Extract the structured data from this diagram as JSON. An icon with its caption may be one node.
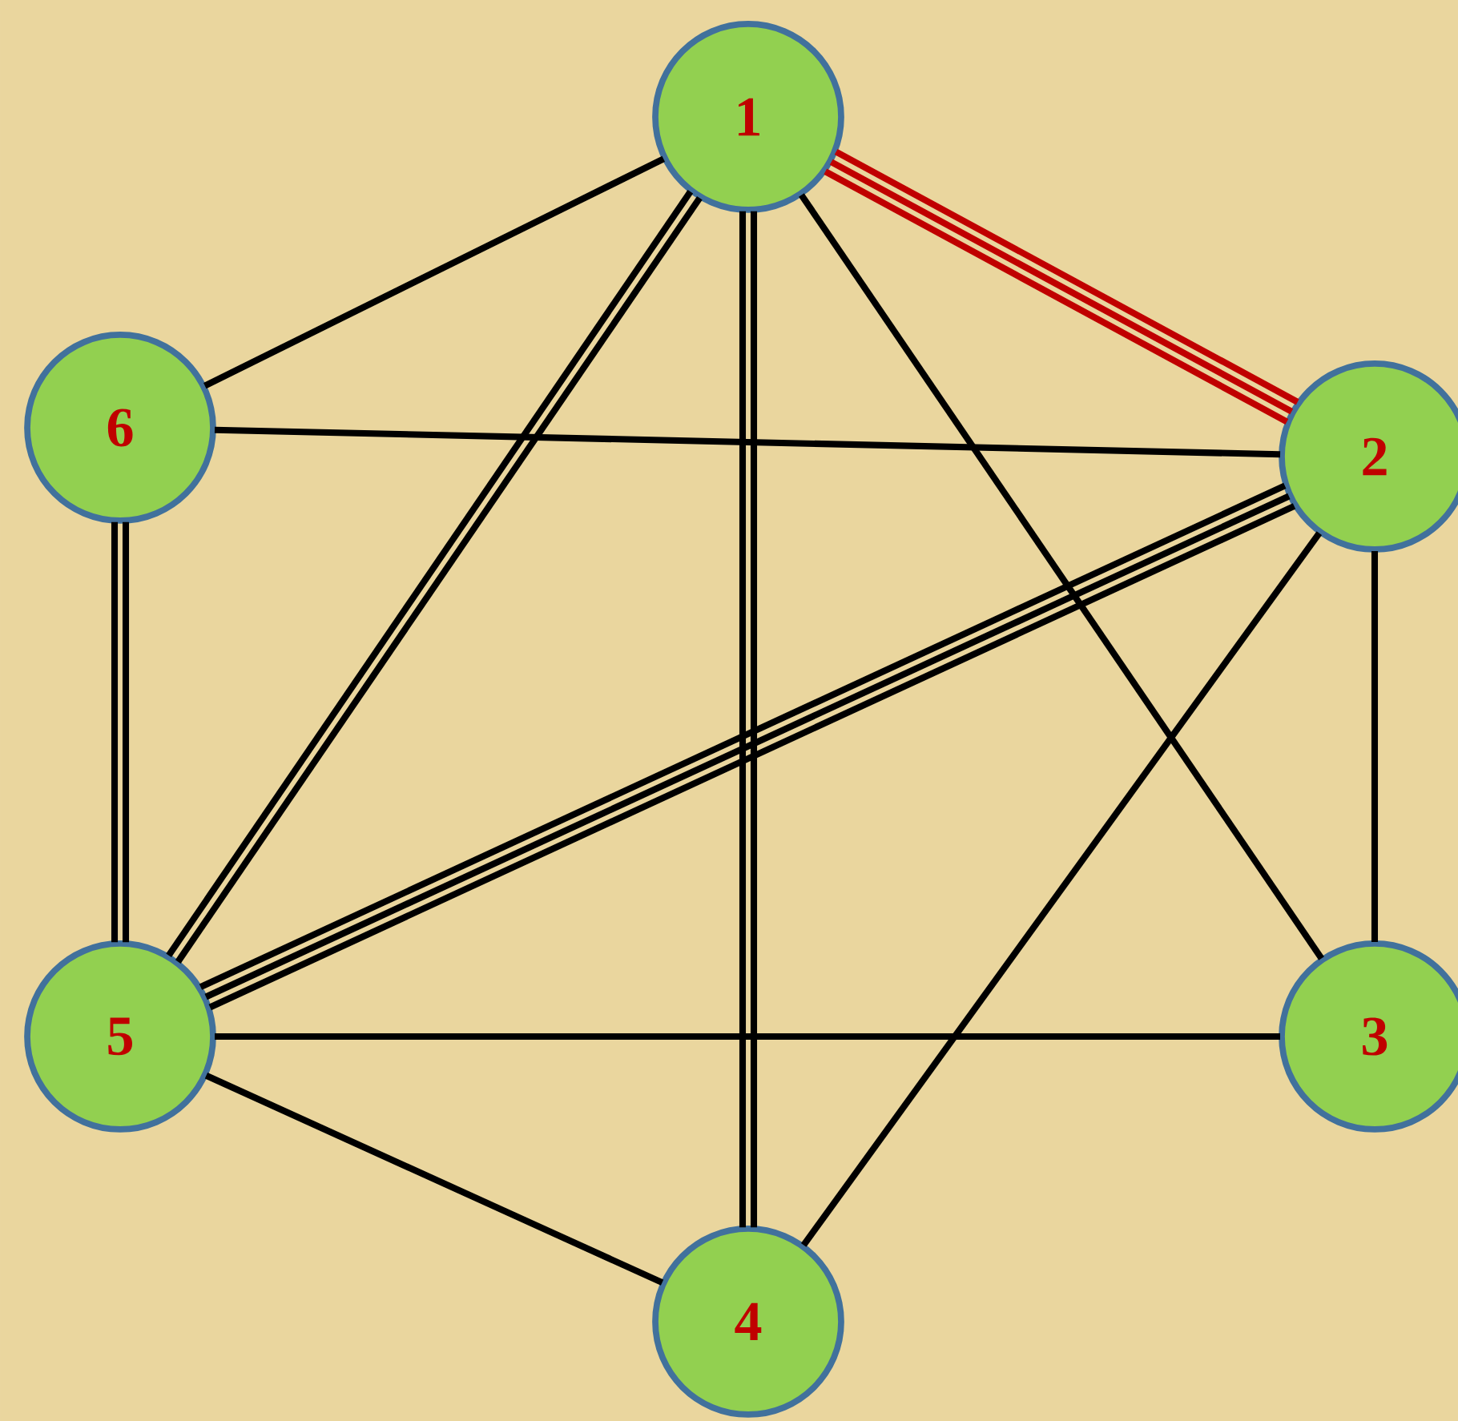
{
  "diagram": {
    "nodes": [
      {
        "text": [
          "1"
        ]
      },
      {
        "text": [
          "2"
        ]
      },
      {
        "text": [
          "3"
        ]
      },
      {
        "text": [
          "4"
        ]
      },
      {
        "text": [
          "5"
        ]
      },
      {
        "text": [
          "6"
        ]
      }
    ],
    "edges": [
      {
        "from": 0,
        "to": 5,
        "arrow": "none"
      },
      {
        "from": 0,
        "to": 1,
        "arrow": "none",
        "color": "#c00000"
      },
      {
        "from": 0,
        "to": 1,
        "arrow": "none",
        "color": "#c00000"
      },
      {
        "from": 0,
        "to": 1,
        "arrow": "none",
        "color": "#c00000"
      },
      {
        "from": 0,
        "to": 4,
        "arrow": "none"
      },
      {
        "from": 0,
        "to": 4,
        "arrow": "none"
      },
      {
        "from": 0,
        "to": 3,
        "arrow": "none"
      },
      {
        "from": 0,
        "to": 3,
        "arrow": "none"
      },
      {
        "from": 0,
        "to": 2,
        "arrow": "none"
      },
      {
        "from": 5,
        "to": 1,
        "arrow": "none"
      },
      {
        "from": 5,
        "to": 4,
        "arrow": "none"
      },
      {
        "from": 5,
        "to": 4,
        "arrow": "none"
      },
      {
        "from": 1,
        "to": 4,
        "arrow": "none"
      },
      {
        "from": 1,
        "to": 4,
        "arrow": "none"
      },
      {
        "from": 1,
        "to": 4,
        "arrow": "none"
      },
      {
        "from": 1,
        "to": 2,
        "arrow": "none"
      },
      {
        "from": 1,
        "to": 3,
        "arrow": "none"
      },
      {
        "from": 4,
        "to": 2,
        "arrow": "none"
      },
      {
        "from": 4,
        "to": 3,
        "arrow": "none"
      }
    ]
  }
}
